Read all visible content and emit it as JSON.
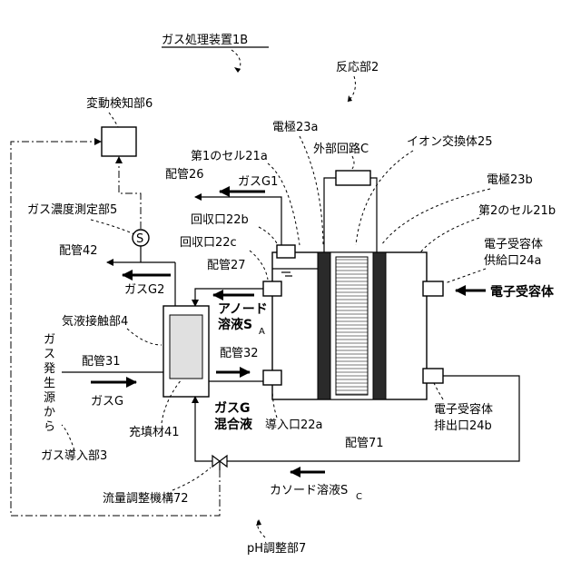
{
  "title": "ガス処理装置1B",
  "labels": {
    "reaction_unit": "反応部2",
    "fluctuation_detector": "変動検知部6",
    "electrode_a": "電極23a",
    "external_circuit": "外部回路C",
    "ion_exchanger": "イオン交換体25",
    "first_cell": "第1のセル21a",
    "electrode_b": "電極23b",
    "pipe26": "配管26",
    "gas_g1": "ガスG1",
    "second_cell": "第2のセル21b",
    "gas_conc_meter": "ガス濃度測定部5",
    "recovery_22b": "回収口22b",
    "recovery_22c": "回収口22c",
    "electron_acceptor_supply": [
      "電子受容体",
      "供給口24a"
    ],
    "pipe42": "配管42",
    "pipe27": "配管27",
    "gas_g2": "ガスG2",
    "electron_acceptor": "電子受容体",
    "gas_liquid_contact": "気液接触部4",
    "anode_solution": "アノード",
    "anode_solution_2": "溶液S",
    "anode_sub": "A",
    "gas_source": [
      "ガ",
      "ス",
      "発",
      "生",
      "源",
      "か",
      "ら"
    ],
    "pipe31": "配管31",
    "pipe32": "配管32",
    "gas_g": "ガスG",
    "gas_g_mixed": [
      "ガスG",
      "混合液"
    ],
    "inlet_22a": "導入口22a",
    "electron_acceptor_discharge": [
      "電子受容体",
      "排出口24b"
    ],
    "filler": "充填材41",
    "pipe71": "配管71",
    "gas_inlet": "ガス導入部3",
    "cathode_solution": "カソード溶液S",
    "cathode_sub": "C",
    "flow_regulator": "流量調整機構72",
    "ph_adjuster": "pH調整部7",
    "sensor_symbol": "S"
  }
}
